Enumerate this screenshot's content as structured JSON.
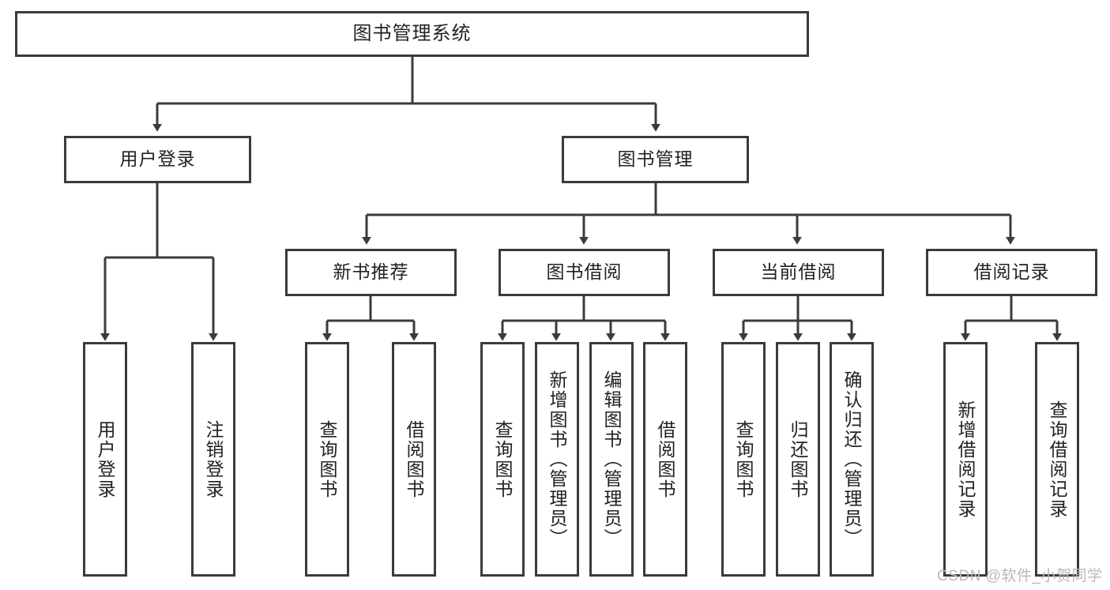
{
  "diagram": {
    "title_node": {
      "label": "图书管理系统"
    },
    "level2": [
      {
        "label": "用户登录"
      },
      {
        "label": "图书管理"
      }
    ],
    "level3": [
      {
        "label": "新书推荐"
      },
      {
        "label": "图书借阅"
      },
      {
        "label": "当前借阅"
      },
      {
        "label": "借阅记录"
      }
    ],
    "leaves": {
      "user_login": [
        {
          "label": "用户登录"
        },
        {
          "label": "注销登录"
        }
      ],
      "new_book_recommend": [
        {
          "label": "查询图书"
        },
        {
          "label": "借阅图书"
        }
      ],
      "book_borrow": [
        {
          "label": "查询图书"
        },
        {
          "label": "新增图书（管理员）"
        },
        {
          "label": "编辑图书（管理员）"
        },
        {
          "label": "借阅图书"
        }
      ],
      "current_borrow": [
        {
          "label": "查询图书"
        },
        {
          "label": "归还图书"
        },
        {
          "label": "确认归还（管理员）"
        }
      ],
      "borrow_record": [
        {
          "label": "新增借阅记录"
        },
        {
          "label": "查询借阅记录"
        }
      ]
    }
  },
  "watermark": {
    "text": "CSDN @软件_小贺同学"
  },
  "colors": {
    "stroke": "#3b3b3b",
    "fill": "#ffffff",
    "text": "#222222",
    "watermark": "#b9b9b9"
  }
}
